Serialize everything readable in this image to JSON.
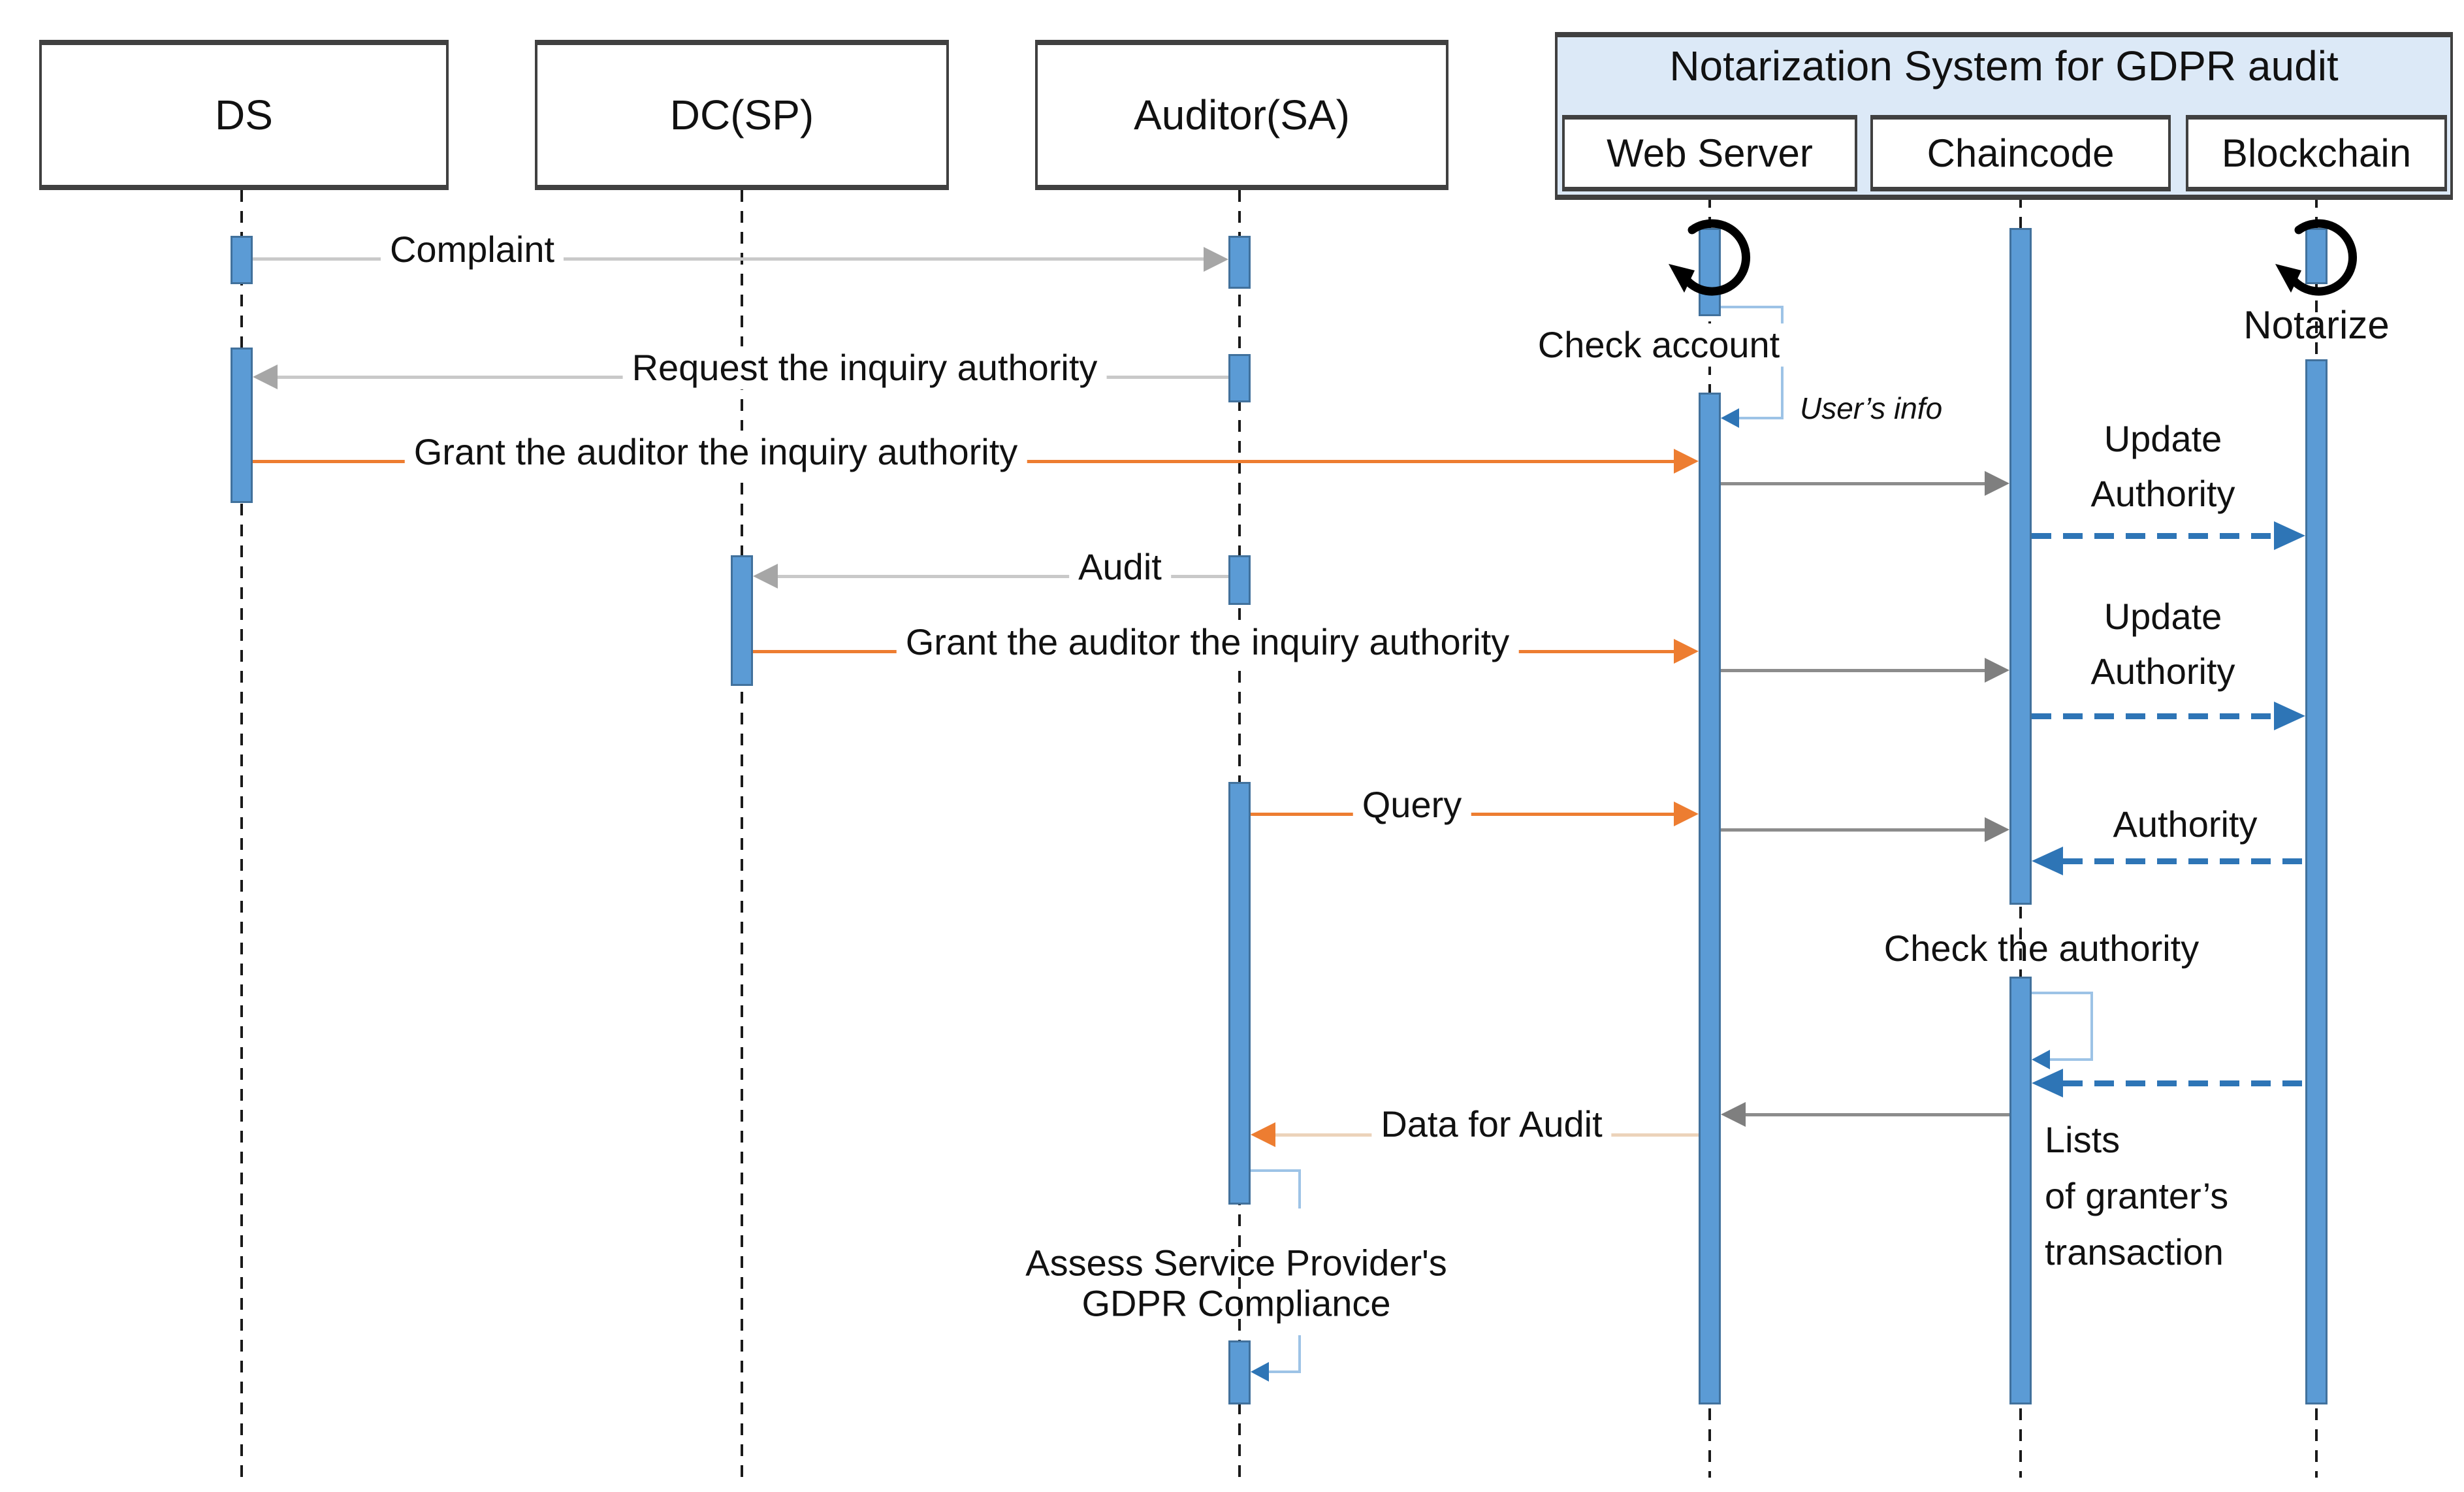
{
  "actors": [
    {
      "label": "DS"
    },
    {
      "label": "DC(SP)"
    },
    {
      "label": "Auditor(SA)"
    }
  ],
  "system": {
    "title": "Notarization System for GDPR audit",
    "components": [
      {
        "label": "Web Server"
      },
      {
        "label": "Chaincode"
      },
      {
        "label": "Blockchain"
      }
    ]
  },
  "labels": {
    "complaint": "Complaint",
    "request_inquiry": "Request the inquiry authority",
    "grant_inquiry_ds": "Grant the auditor the inquiry authority",
    "check_account": "Check account",
    "users_info": "User’s info",
    "update_authority_1": {
      "line1": "Update",
      "line2": "Authority"
    },
    "audit": "Audit",
    "grant_inquiry_dc": "Grant the auditor the inquiry authority",
    "update_authority_2": {
      "line1": "Update",
      "line2": "Authority"
    },
    "query": "Query",
    "authority_return": "Authority",
    "check_authority": "Check the authority",
    "data_for_audit": "Data for Audit",
    "lists_note": {
      "line1": "Lists",
      "line2": "of granter’s",
      "line3": "transaction"
    },
    "assess": {
      "line1": "Assess Service Provider's",
      "line2": "GDPR Compliance"
    },
    "notarize": "Notarize"
  },
  "colors": {
    "activation_fill": "#5b9bd5",
    "activation_border": "#41719c",
    "orange": "#ed7d31",
    "gray_arrowhead": "#a6a6a6",
    "light_gray_line": "#c9c9c9",
    "dark_gray_line": "#8c8c8c",
    "dashed_blue": "#2e75b6",
    "self_call_blue": "#9dc3e6",
    "system_fill": "#dce9f7",
    "box_border": "#404040",
    "light_orange_line": "#ecd3ba"
  }
}
